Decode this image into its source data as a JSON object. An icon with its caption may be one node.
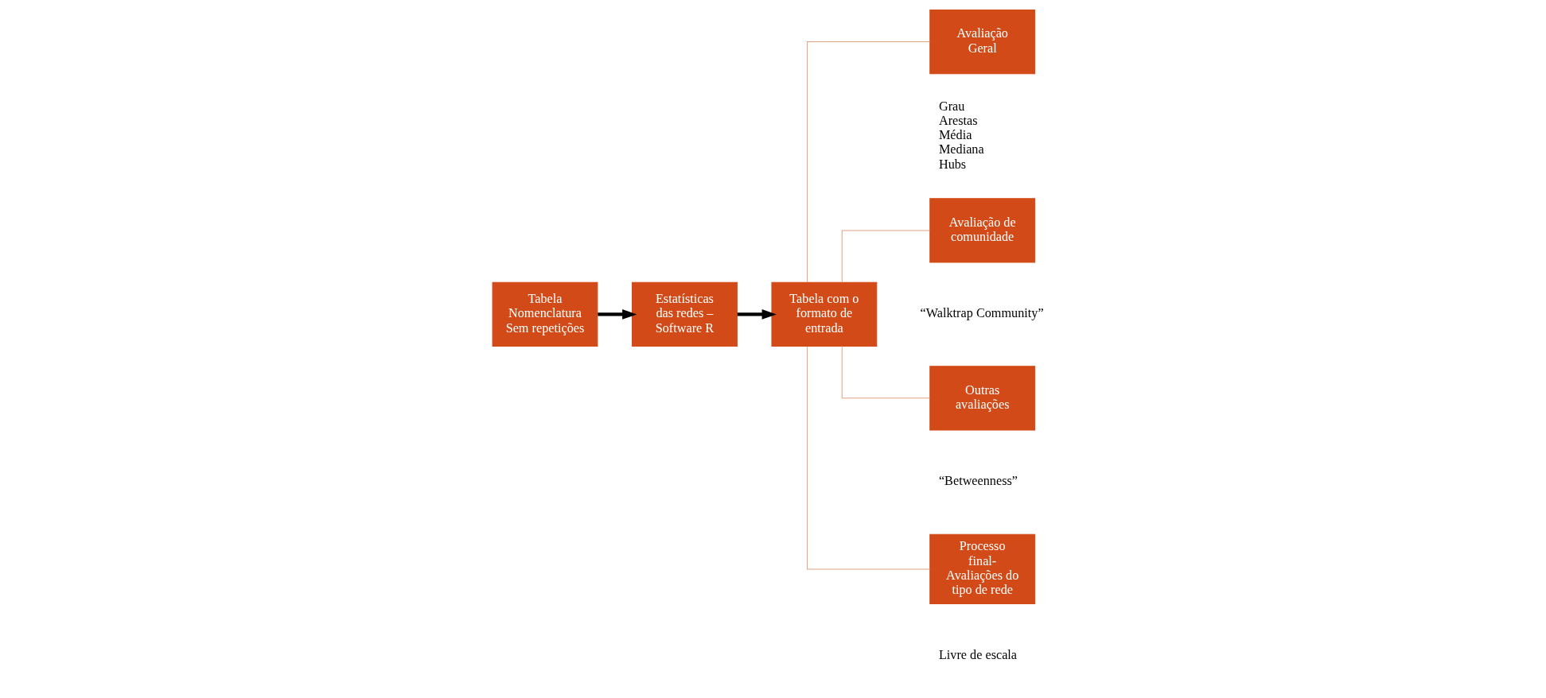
{
  "diagram": {
    "nodes": [
      {
        "text": [
          "Tabela Nomenclatura Sem repetições"
        ]
      },
      {
        "text": [
          "Estatísticas das redes – Software R"
        ]
      },
      {
        "text": [
          "Tabela com o formato de entrada"
        ]
      },
      {
        "text": [
          "Avaliação Geral"
        ],
        "beside": [
          "Grau",
          "Arestas",
          "Média",
          "Mediana",
          "Hubs"
        ]
      },
      {
        "text": [
          "Avaliação de comunidade"
        ],
        "beside": [
          "“Walktrap Community”"
        ]
      },
      {
        "text": [
          "Outras avaliações"
        ],
        "beside": [
          "“Betweenness”"
        ]
      },
      {
        "text": [
          "Processo final- Avaliações do tipo de rede"
        ],
        "beside": [
          "Livre de escala"
        ]
      }
    ],
    "edges": [
      {
        "from": 0,
        "to": 1,
        "arrow": "to",
        "style": "thick",
        "color": "#000000"
      },
      {
        "from": 1,
        "to": 2,
        "arrow": "to",
        "style": "thick",
        "color": "#000000"
      },
      {
        "from": 2,
        "to": 3,
        "arrow": "none"
      },
      {
        "from": 2,
        "to": 4,
        "arrow": "none"
      },
      {
        "from": 2,
        "to": 5,
        "arrow": "none"
      },
      {
        "from": 2,
        "to": 6,
        "arrow": "none"
      }
    ]
  }
}
